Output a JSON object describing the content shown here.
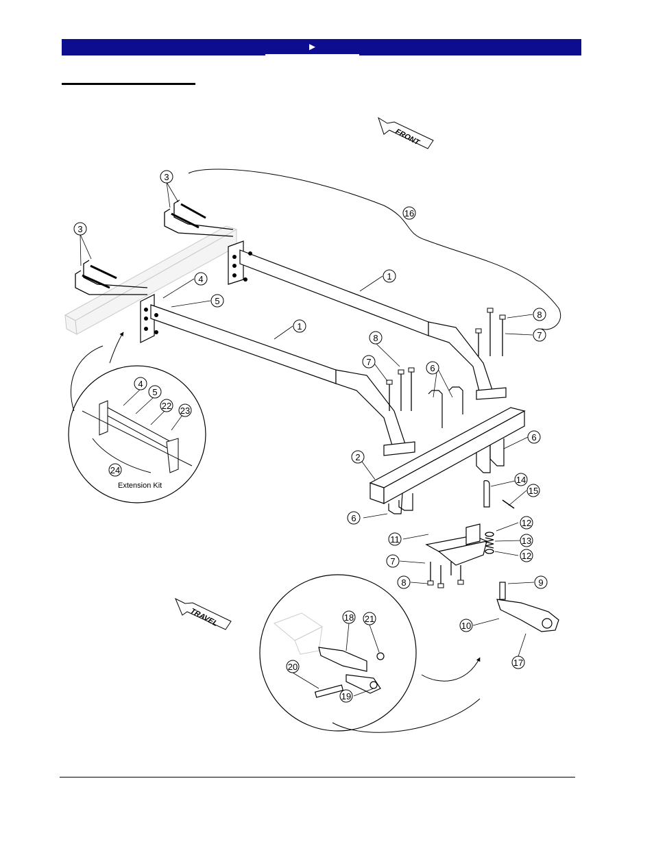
{
  "header": {
    "nav_arrow_label": "►"
  },
  "diagram": {
    "direction_arrows": {
      "front": "FRONT",
      "travel": "TRAVEL"
    },
    "extension_kit_label": "Extension Kit",
    "callouts": [
      "1",
      "2",
      "3",
      "4",
      "5",
      "6",
      "7",
      "8",
      "9",
      "10",
      "11",
      "12",
      "13",
      "14",
      "15",
      "16",
      "17",
      "18",
      "19",
      "20",
      "21",
      "22",
      "23",
      "24"
    ]
  }
}
